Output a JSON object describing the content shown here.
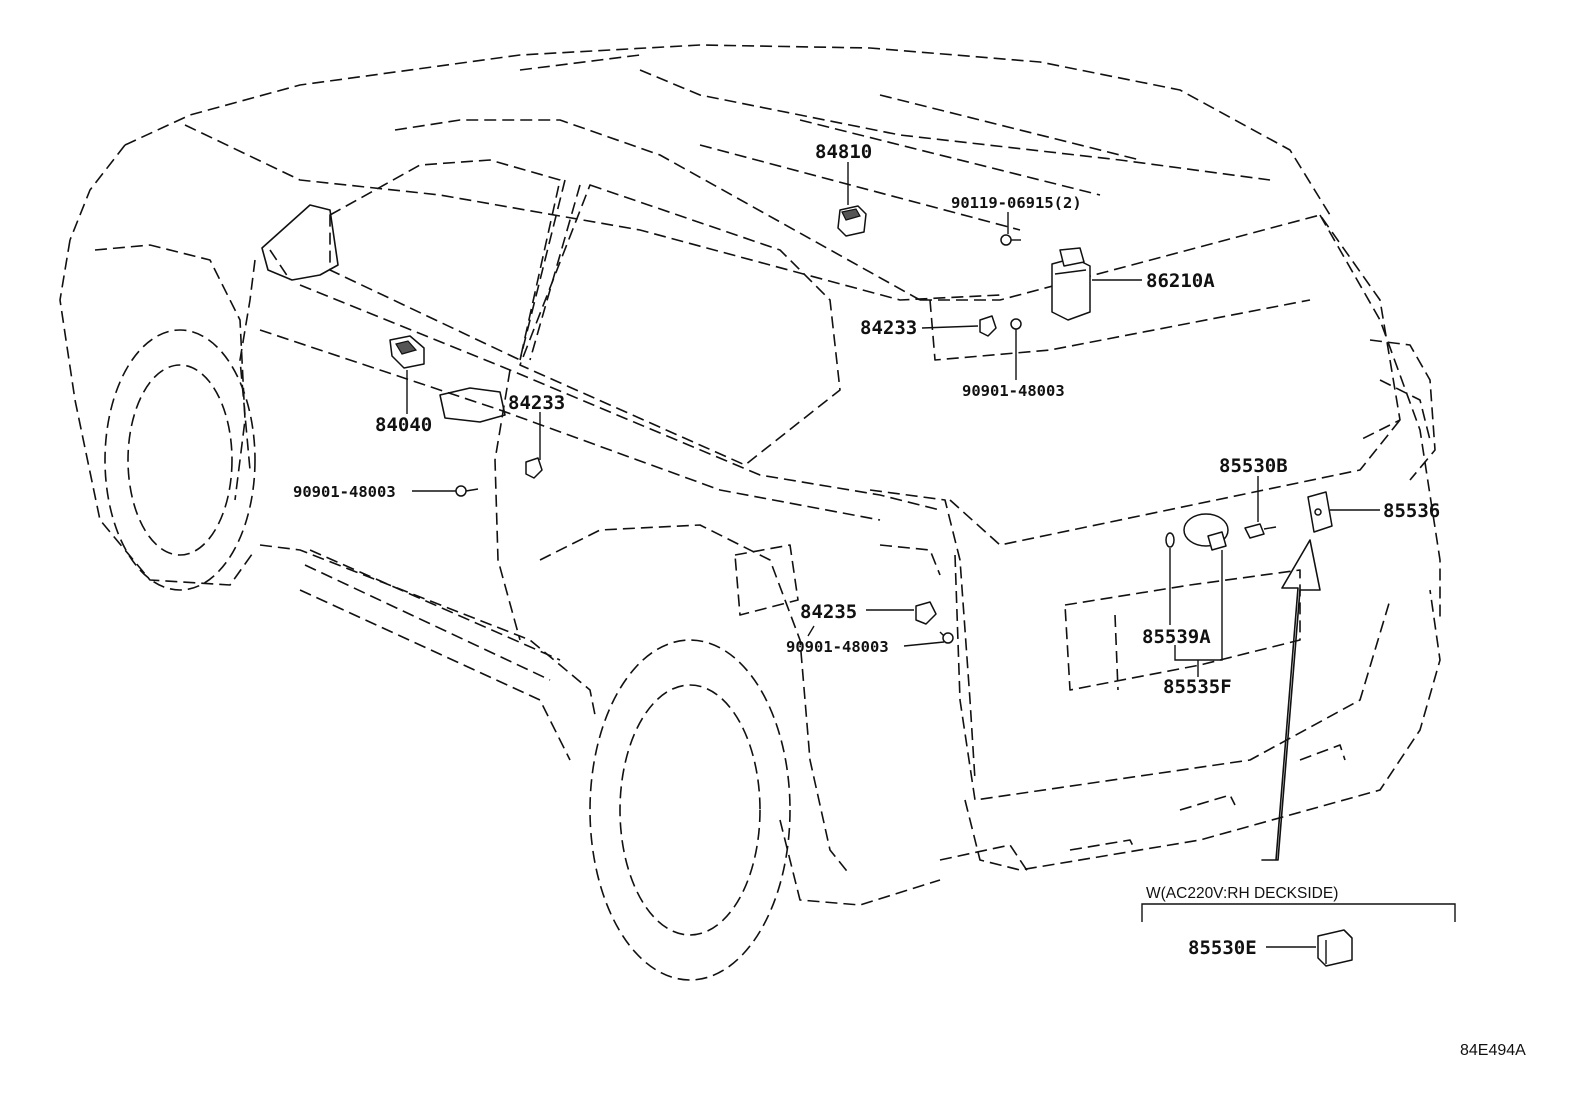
{
  "diagram_ref": "84E494A",
  "parts": {
    "p84810": "84810",
    "p90119": "90119-06915(2)",
    "p86210A": "86210A",
    "p84233_roof": "84233",
    "p90901_roof": "90901-48003",
    "p84040": "84040",
    "p84233_door": "84233",
    "p90901_door": "90901-48003",
    "p85530B": "85530B",
    "p85536": "85536",
    "p84235": "84235",
    "p90901_rear": "90901-48003",
    "p85539A": "85539A",
    "p85535F": "85535F",
    "p85530E": "85530E"
  },
  "variant_note": "W(AC220V:RH DECKSIDE)"
}
